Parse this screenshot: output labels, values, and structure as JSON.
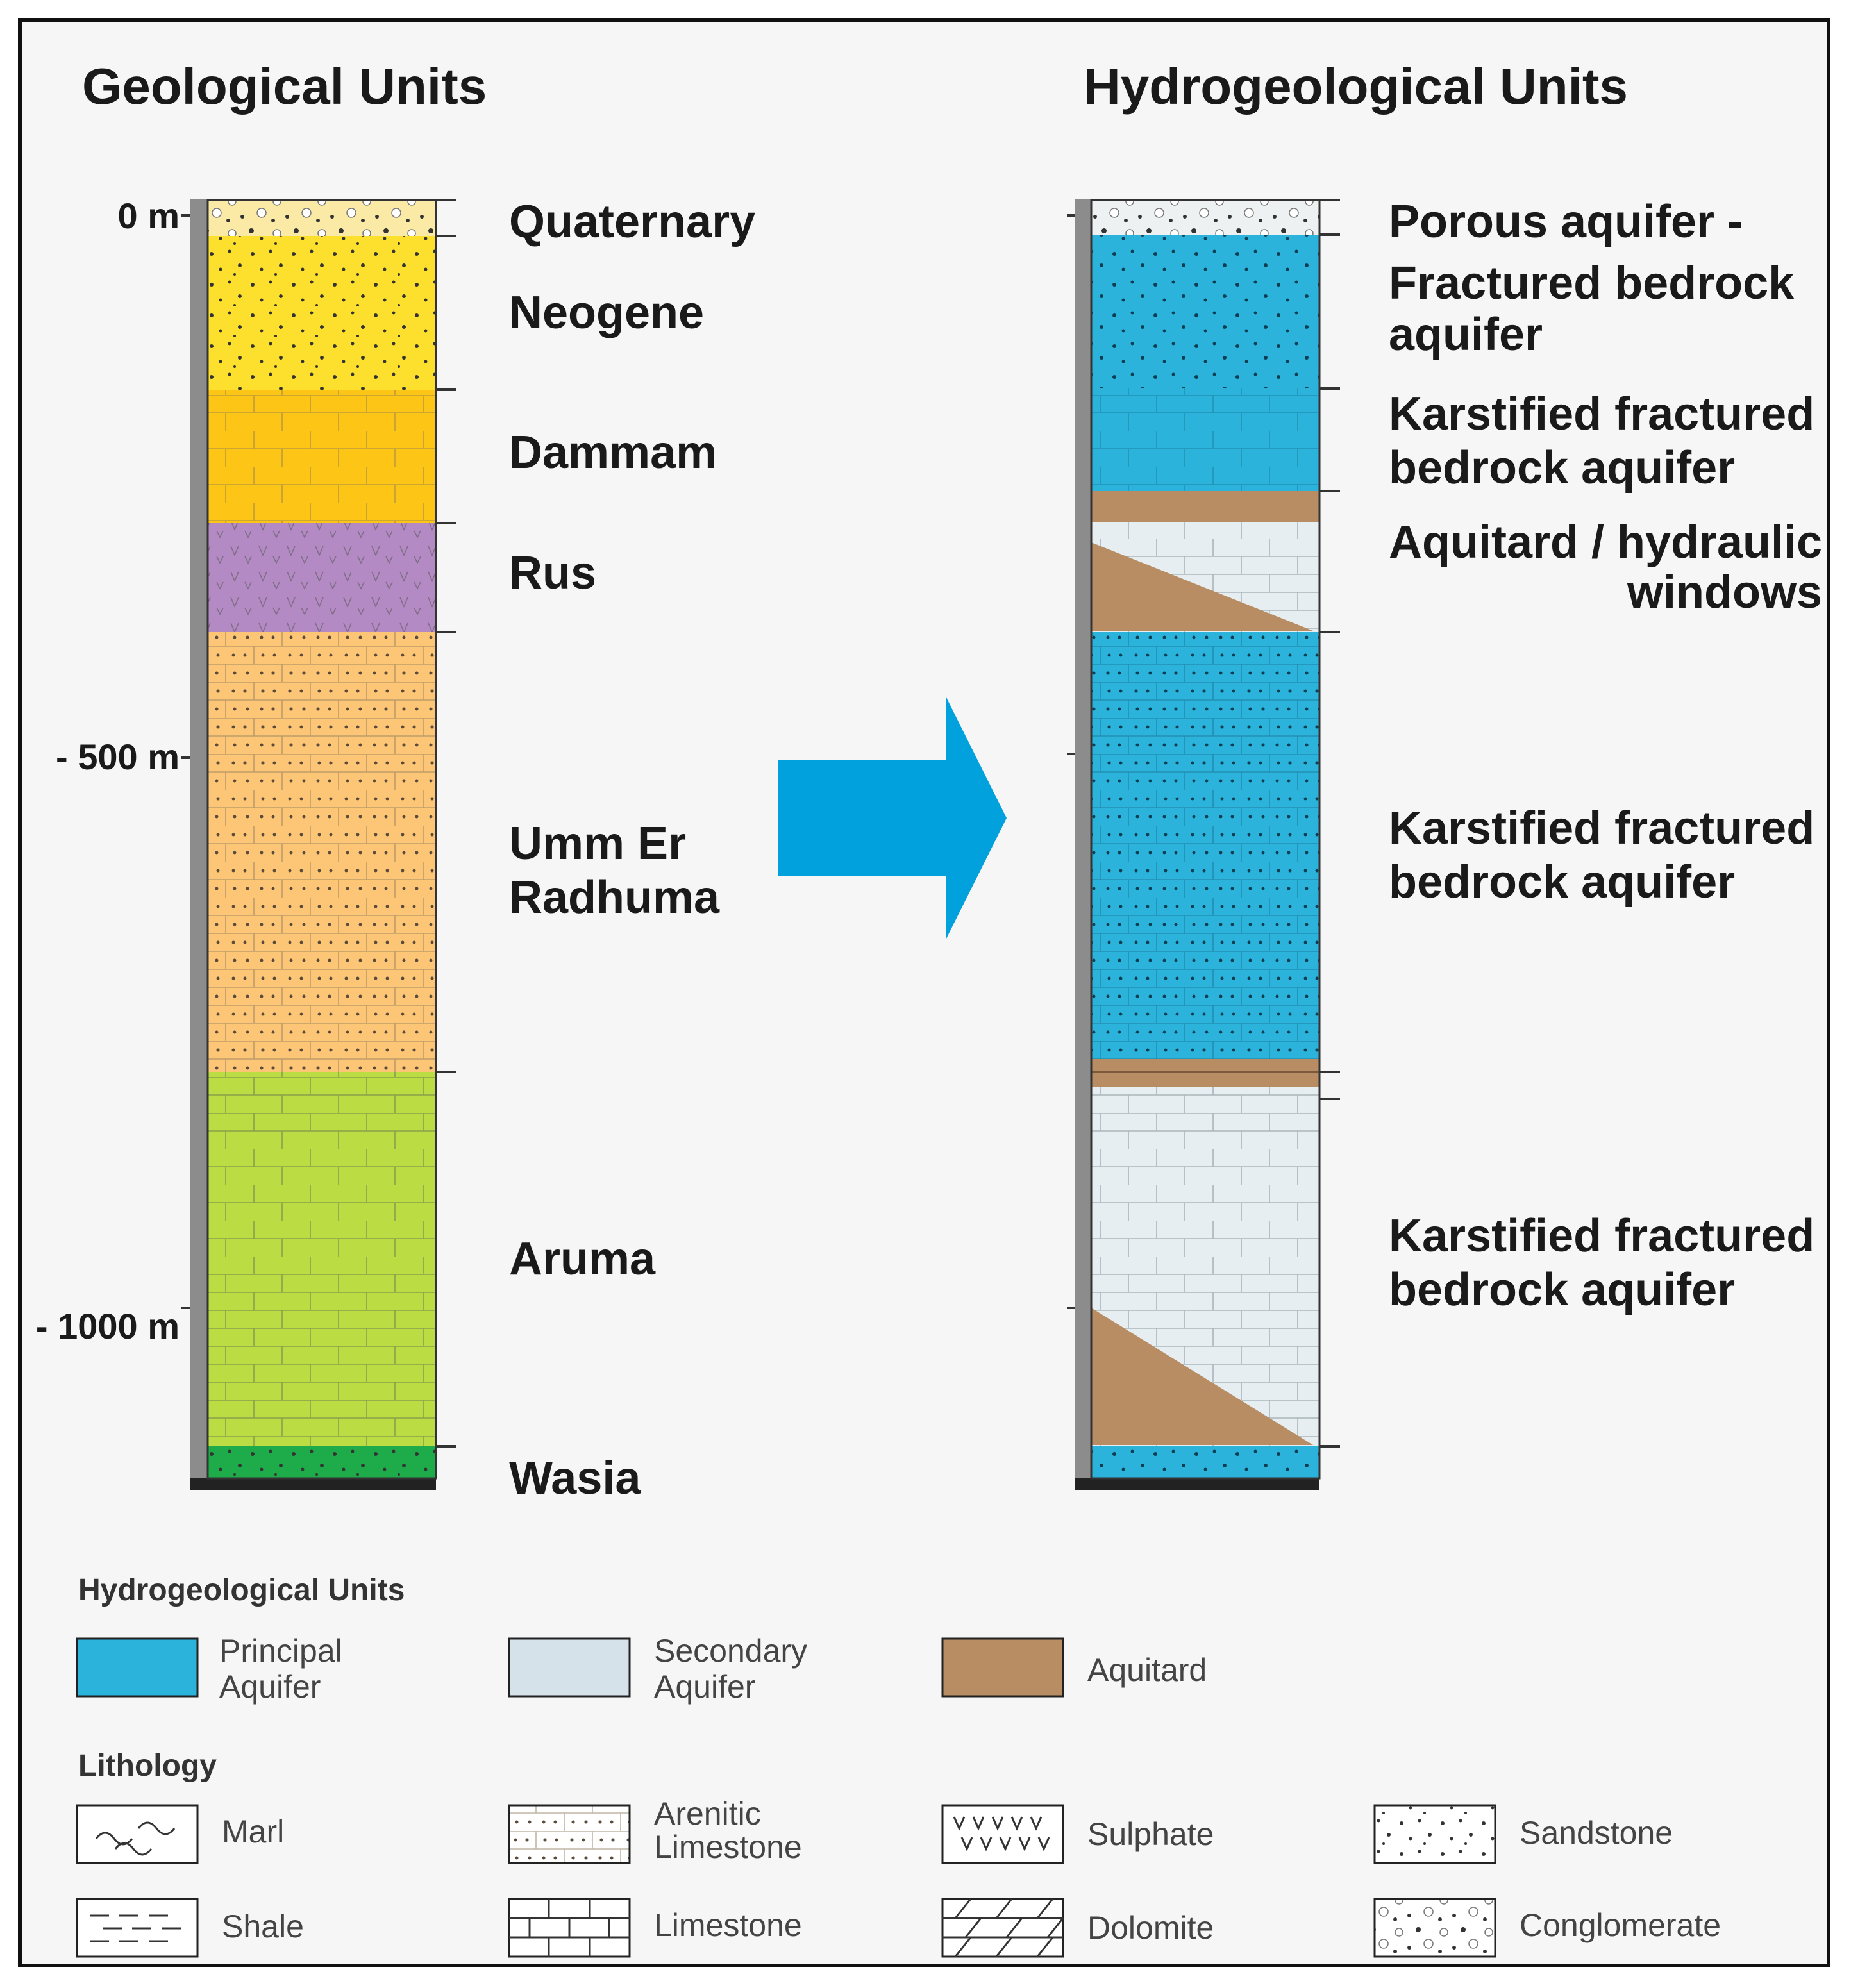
{
  "titles": {
    "geological": "Geological Units",
    "hydrogeological": "Hydrogeological Units"
  },
  "depth_labels": [
    "0 m",
    "- 500 m",
    "- 1000 m"
  ],
  "geological_units": [
    "Quaternary",
    "Neogene",
    "Dammam",
    "Rus",
    "Umm Er",
    "Radhuma",
    "Aruma",
    "Wasia"
  ],
  "hydro_units": {
    "porous_1": "Porous aquifer -",
    "porous_2": "Fractured bedrock",
    "porous_3": "aquifer",
    "karst_a1": "Karstified fractured",
    "karst_a2": "bedrock aquifer",
    "aquitard_1": "Aquitard / hydraulic",
    "aquitard_2": "windows",
    "karst_b1": "Karstified fractured",
    "karst_b2": "bedrock aquifer",
    "karst_c1": "Karstified fractured",
    "karst_c2": "bedrock aquifer"
  },
  "legend": {
    "hydro_heading": "Hydrogeological Units",
    "principal_1": "Principal",
    "principal_2": "Aquifer",
    "secondary_1": "Secondary",
    "secondary_2": "Aquifer",
    "aquitard": "Aquitard",
    "lithology_heading": "Lithology",
    "marl": "Marl",
    "arenitic_1": "Arenitic",
    "arenitic_2": "Limestone",
    "sulphate": "Sulphate",
    "sandstone": "Sandstone",
    "shale": "Shale",
    "limestone": "Limestone",
    "dolomite": "Dolomite",
    "conglomerate": "Conglomerate"
  },
  "colors": {
    "quaternary": "#fbe9a6",
    "neogene": "#fde02e",
    "dammam": "#fdc516",
    "rus": "#b48ac4",
    "umm_er_radhuma": "#fdc677",
    "aruma": "#bcdc43",
    "wasia": "#1eab49",
    "principal_aquifer": "#2bb3dc",
    "secondary_aquifer": "#e7eef2",
    "aquitard": "#b88d64",
    "arrow": "#00a1dd"
  }
}
